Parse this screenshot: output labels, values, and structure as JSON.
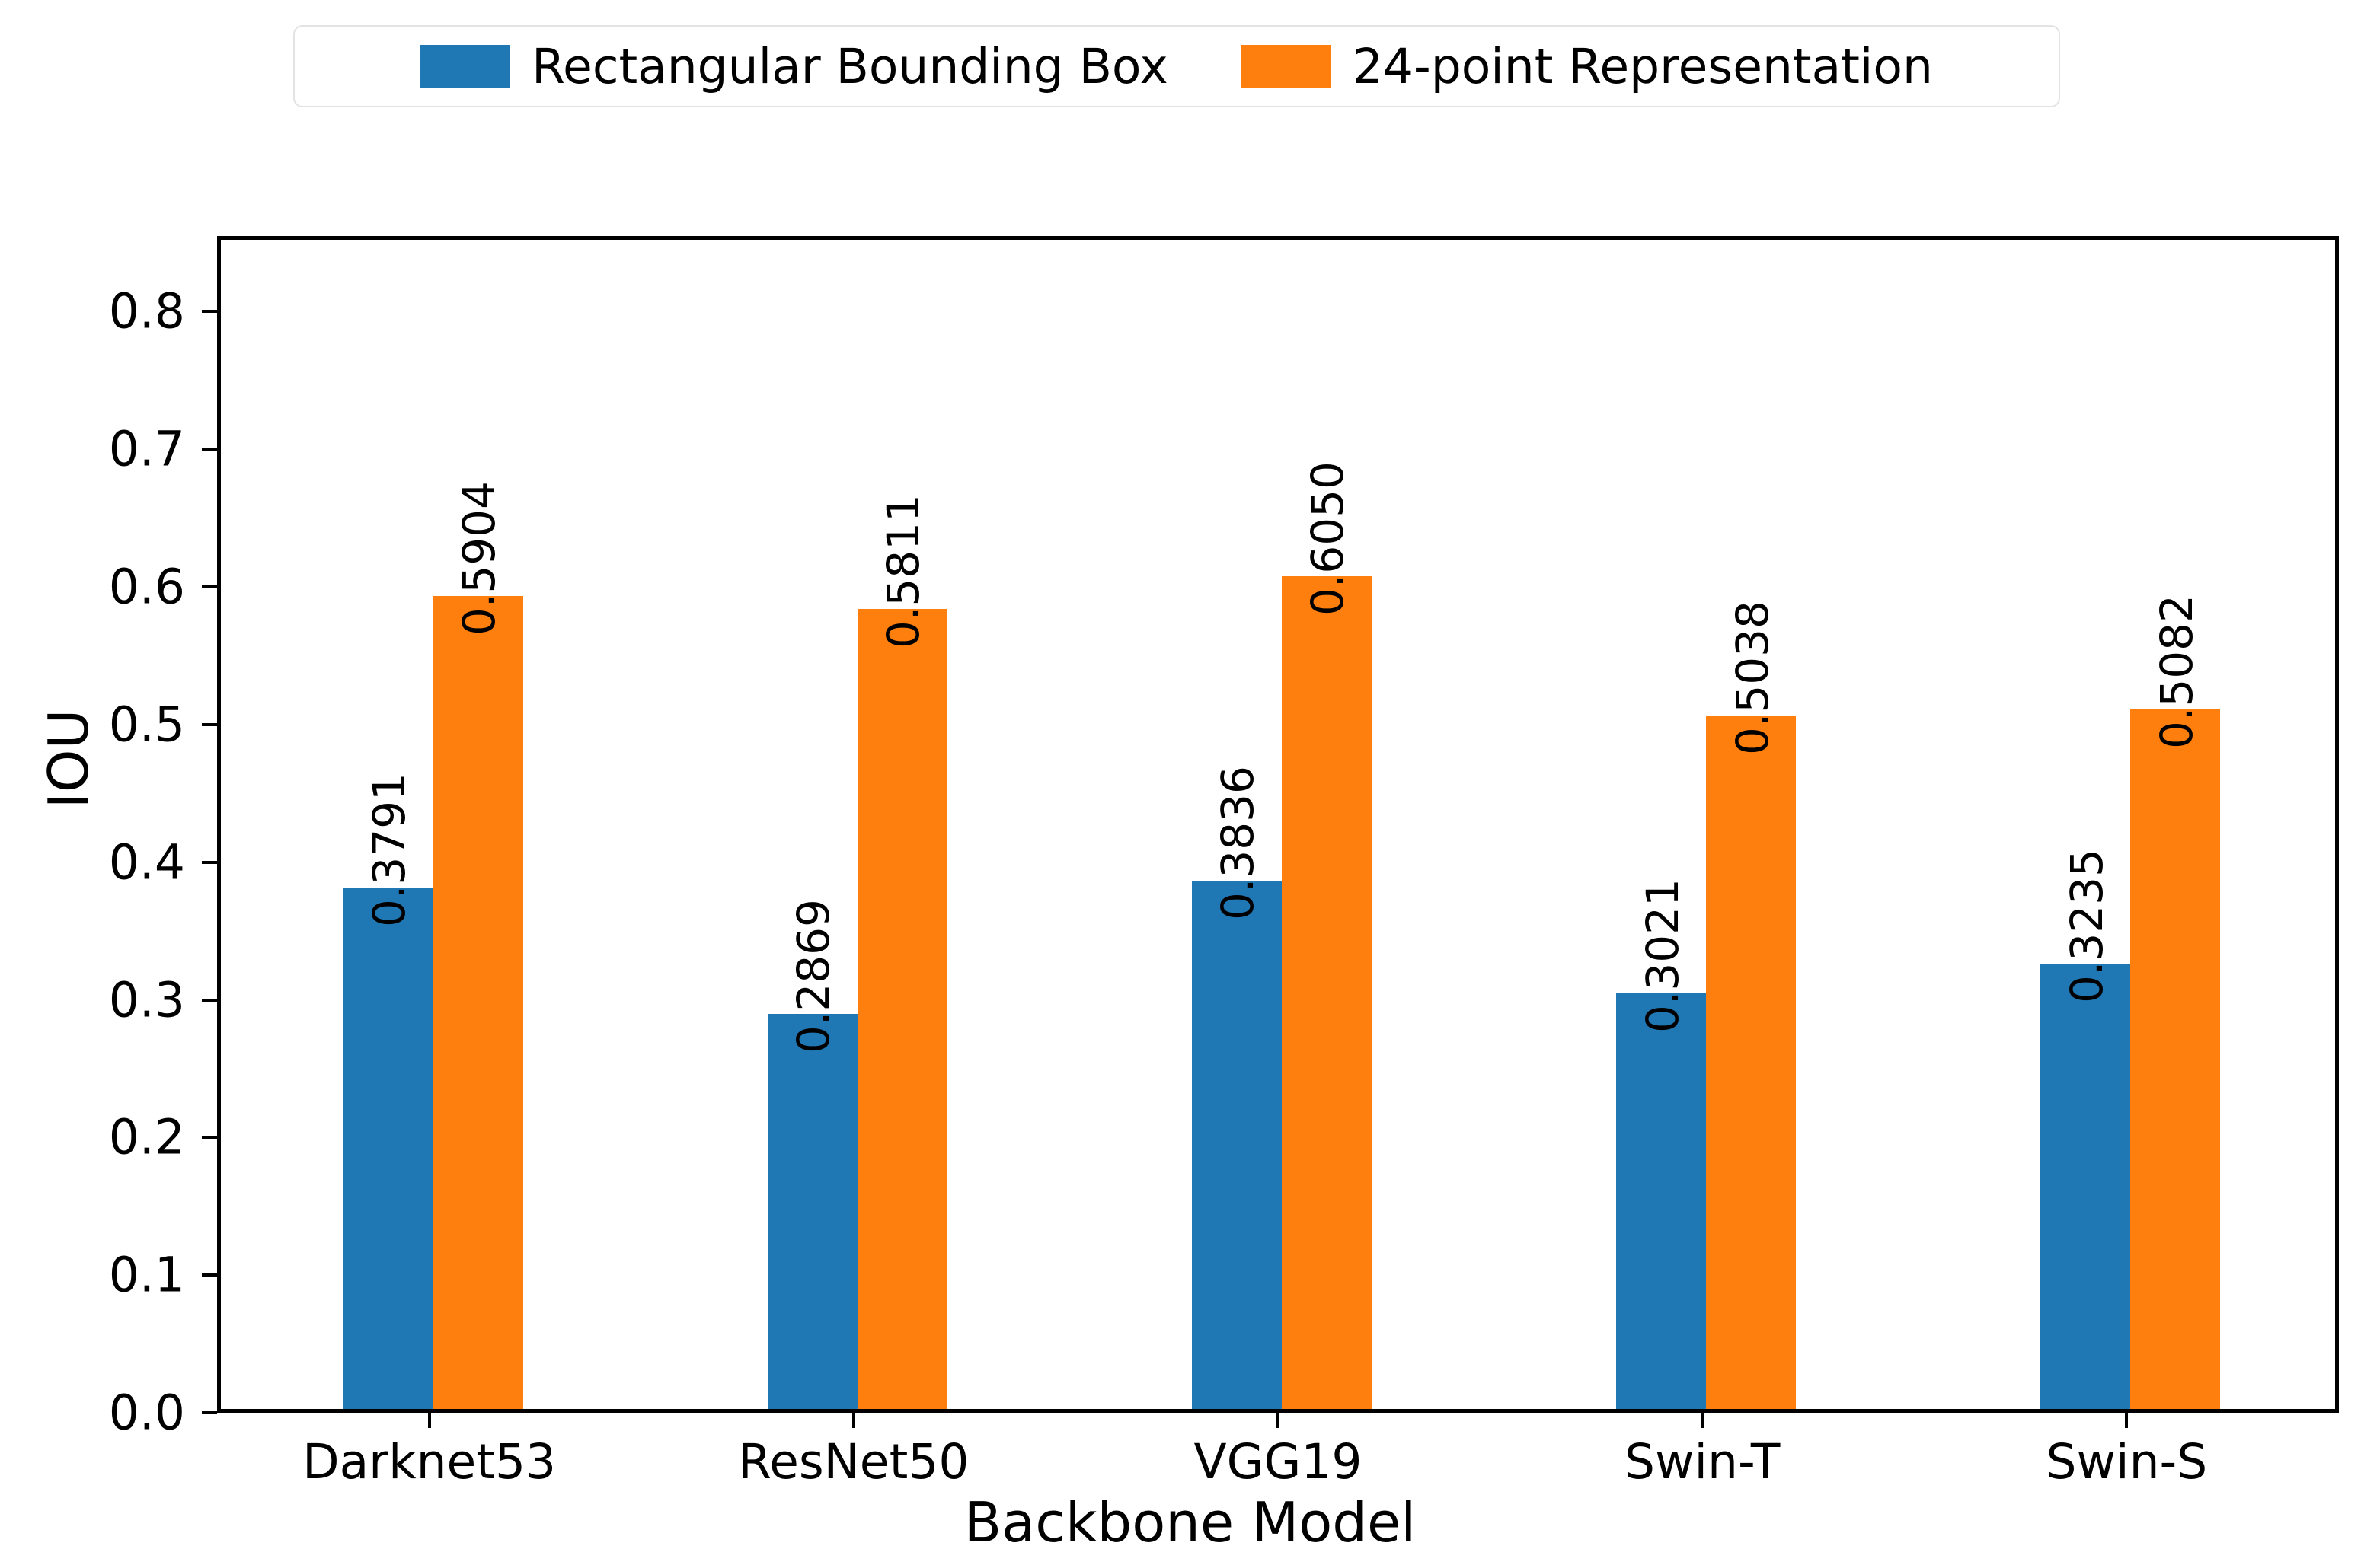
{
  "chart_data": {
    "type": "bar",
    "title": "",
    "xlabel": "Backbone Model",
    "ylabel": "IOU",
    "categories": [
      "Darknet53",
      "ResNet50",
      "VGG19",
      "Swin-T",
      "Swin-S"
    ],
    "series": [
      {
        "name": "Rectangular Bounding Box",
        "color": "#1f77b4",
        "values": [
          0.3791,
          0.2869,
          0.3836,
          0.3021,
          0.3235
        ],
        "labels": [
          "0.3791",
          "0.2869",
          "0.3836",
          "0.3021",
          "0.3235"
        ]
      },
      {
        "name": "24-point Representation",
        "color": "#ff7f0e",
        "values": [
          0.5904,
          0.5811,
          0.605,
          0.5038,
          0.5082
        ],
        "labels": [
          "0.5904",
          "0.5811",
          "0.6050",
          "0.5038",
          "0.5082"
        ]
      }
    ],
    "ylim": [
      0.0,
      0.855
    ],
    "yticks": [
      0.0,
      0.1,
      0.2,
      0.3,
      0.4,
      0.5,
      0.6,
      0.7,
      0.8
    ],
    "ytick_labels": [
      "0.0",
      "0.1",
      "0.2",
      "0.3",
      "0.4",
      "0.5",
      "0.6",
      "0.7",
      "0.8"
    ],
    "grid": false,
    "legend_position": "upper center outside"
  },
  "legend": {
    "entries": [
      {
        "label": "Rectangular Bounding Box",
        "color": "#1f77b4"
      },
      {
        "label": "24-point Representation",
        "color": "#ff7f0e"
      }
    ]
  },
  "axes": {
    "ylabel": "IOU",
    "xlabel": "Backbone Model"
  }
}
